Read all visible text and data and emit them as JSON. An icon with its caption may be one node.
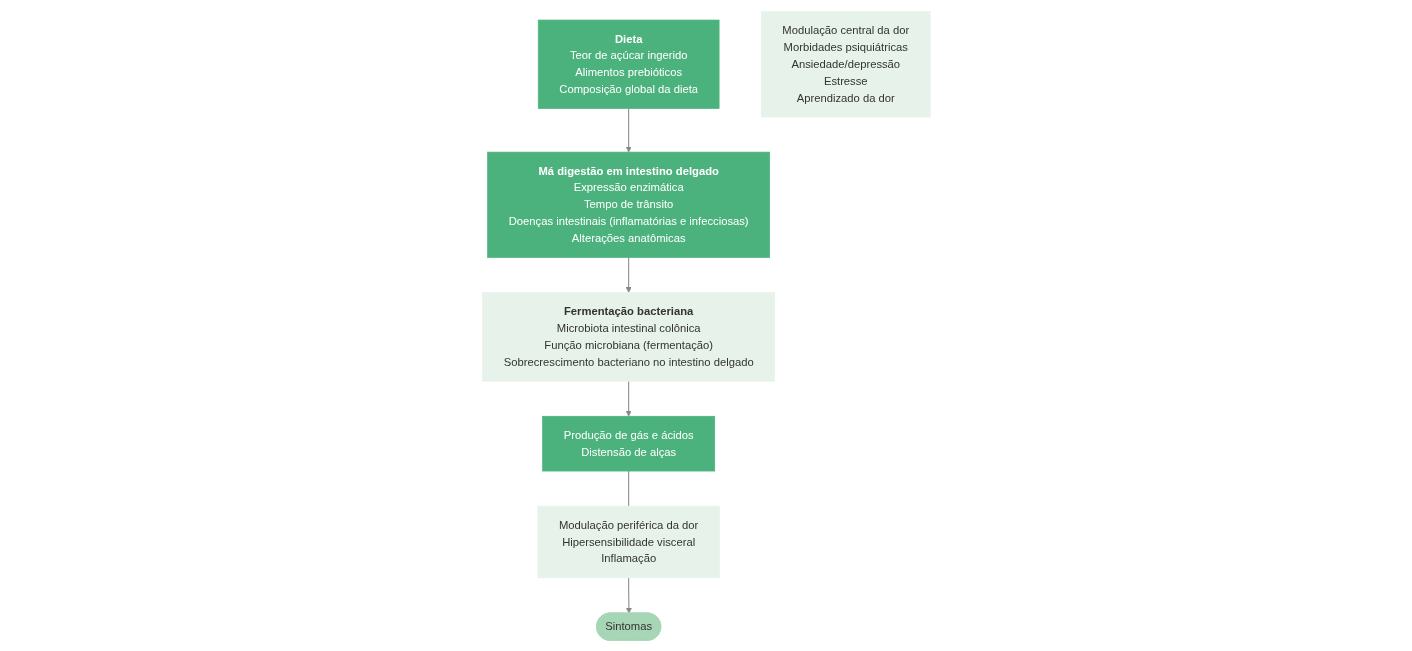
{
  "diagram": {
    "nodes": [
      {
        "text": [
          "Dieta",
          "Teor de açúcar ingerido",
          "Alimentos prebióticos",
          "Composição global da dieta"
        ]
      },
      {
        "text": [
          "Fermentação bacteriana",
          "Microbiota intestinal colônica",
          "Função microbiana (fermentação)",
          "Sobrecrescimento bacteriano no intestino delgado"
        ]
      },
      {
        "text": [
          "Má digestão em intestino delgado",
          "Expressão enzimática",
          "Tempo de trânsito",
          "Doenças intestinais (inflamatórias e infecciosas)",
          "Alterações anatômicas"
        ]
      },
      {
        "text": [
          "Produção de gás e ácidos",
          "Distensão de alças"
        ]
      },
      {
        "text": [
          "Modulação central da dor",
          "Morbidades psiquiátricas",
          "Ansiedade/depressão",
          "Estresse",
          "Aprendizado da dor"
        ]
      },
      {
        "text": [
          "Sintomas"
        ]
      },
      {
        "text": [
          "Modulação periférica da dor",
          "Hipersensibilidade visceral",
          "Inflamação"
        ]
      }
    ],
    "edges": [
      {
        "from": 0,
        "to": 2,
        "arrow": "to"
      },
      {
        "from": 2,
        "to": 1,
        "arrow": "to"
      },
      {
        "from": 1,
        "to": 3,
        "arrow": "to"
      },
      {
        "from": 3,
        "to": 6,
        "arrow": "none"
      },
      {
        "from": 6,
        "to": 5,
        "arrow": "to"
      }
    ]
  }
}
